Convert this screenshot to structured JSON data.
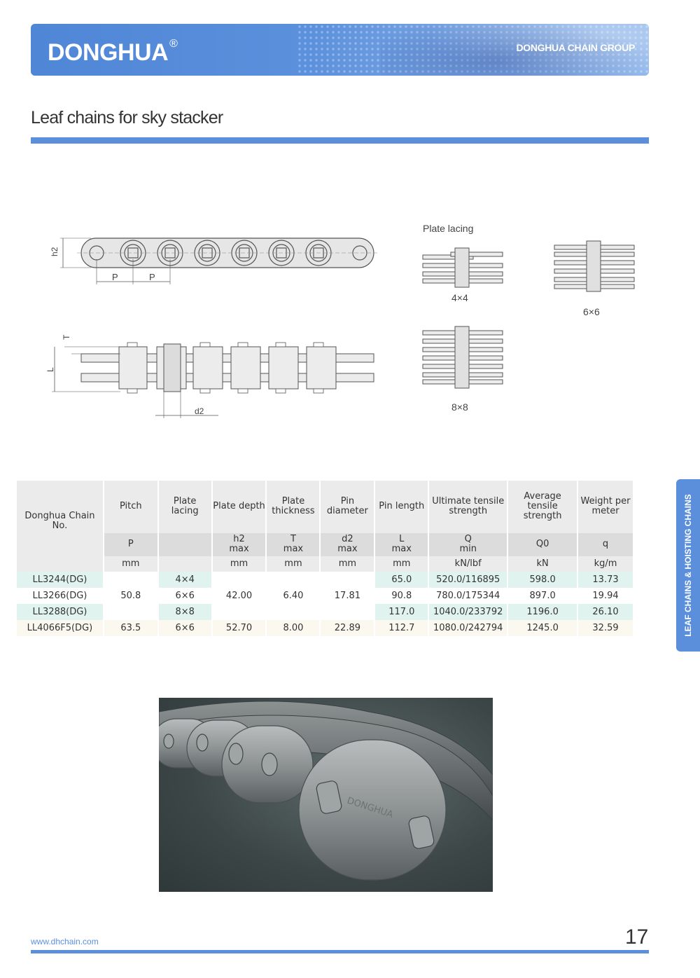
{
  "header": {
    "brand": "DONGHUA",
    "registered": "®",
    "group": "DONGHUA CHAIN GROUP"
  },
  "page_title": "Leaf chains for sky stacker",
  "diagram": {
    "labels": {
      "h2": "h2",
      "p": "P",
      "t": "T",
      "l": "L",
      "d2": "d2"
    },
    "lacing_title": "Plate lacing",
    "lacings": [
      "4×4",
      "6×6",
      "8×8"
    ]
  },
  "table": {
    "headers": [
      {
        "col": "chain_no",
        "label": "Donghua Chain No."
      },
      {
        "col": "pitch",
        "label": "Pitch",
        "symbol": "P",
        "unit": "mm"
      },
      {
        "col": "lacing",
        "label": "Plate lacing",
        "symbol": "",
        "unit": ""
      },
      {
        "col": "depth",
        "label": "Plate depth",
        "symbol": "h2",
        "sub": "max",
        "unit": "mm"
      },
      {
        "col": "thickness",
        "label": "Plate thickness",
        "symbol": "T",
        "sub": "max",
        "unit": "mm"
      },
      {
        "col": "pin_d",
        "label": "Pin diameter",
        "symbol": "d2",
        "sub": "max",
        "unit": "mm"
      },
      {
        "col": "pin_l",
        "label": "Pin length",
        "symbol": "L",
        "sub": "max",
        "unit": "mm"
      },
      {
        "col": "uts",
        "label": "Ultimate tensile strength",
        "symbol": "Q",
        "sub": "min",
        "unit": "kN/lbf"
      },
      {
        "col": "ats",
        "label": "Average tensile strength",
        "symbol": "Q0",
        "unit": "kN"
      },
      {
        "col": "weight",
        "label": "Weight per meter",
        "symbol": "q",
        "unit": "kg/m"
      }
    ],
    "rows": [
      {
        "chain_no": "LL3244(DG)",
        "pitch": "50.8",
        "lacing": "4×4",
        "depth": "42.00",
        "thickness": "6.40",
        "pin_d": "17.81",
        "pin_l": "65.0",
        "uts": "520.0/116895",
        "ats": "598.0",
        "weight": "13.73"
      },
      {
        "chain_no": "LL3266(DG)",
        "pitch": "50.8",
        "lacing": "6×6",
        "depth": "42.00",
        "thickness": "6.40",
        "pin_d": "17.81",
        "pin_l": "90.8",
        "uts": "780.0/175344",
        "ats": "897.0",
        "weight": "19.94"
      },
      {
        "chain_no": "LL3288(DG)",
        "pitch": "50.8",
        "lacing": "8×8",
        "depth": "42.00",
        "thickness": "6.40",
        "pin_d": "17.81",
        "pin_l": "117.0",
        "uts": "1040.0/233792",
        "ats": "1196.0",
        "weight": "26.10"
      },
      {
        "chain_no": "LL4066F5(DG)",
        "pitch": "63.5",
        "lacing": "6×6",
        "depth": "52.70",
        "thickness": "8.00",
        "pin_d": "22.89",
        "pin_l": "112.7",
        "uts": "1080.0/242794",
        "ats": "1245.0",
        "weight": "32.59"
      }
    ]
  },
  "side_tab": "LEAF CHAINS & HOISTING CHAINS",
  "photo": {
    "stamp": "DONGHUA"
  },
  "footer": {
    "url": "www.dhchain.com",
    "page": "17"
  },
  "colors": {
    "accent": "#5b8fdc",
    "row_green": "#e1f3ee",
    "row_cream": "#fbf8ef",
    "header_gray": "#ebebeb"
  }
}
